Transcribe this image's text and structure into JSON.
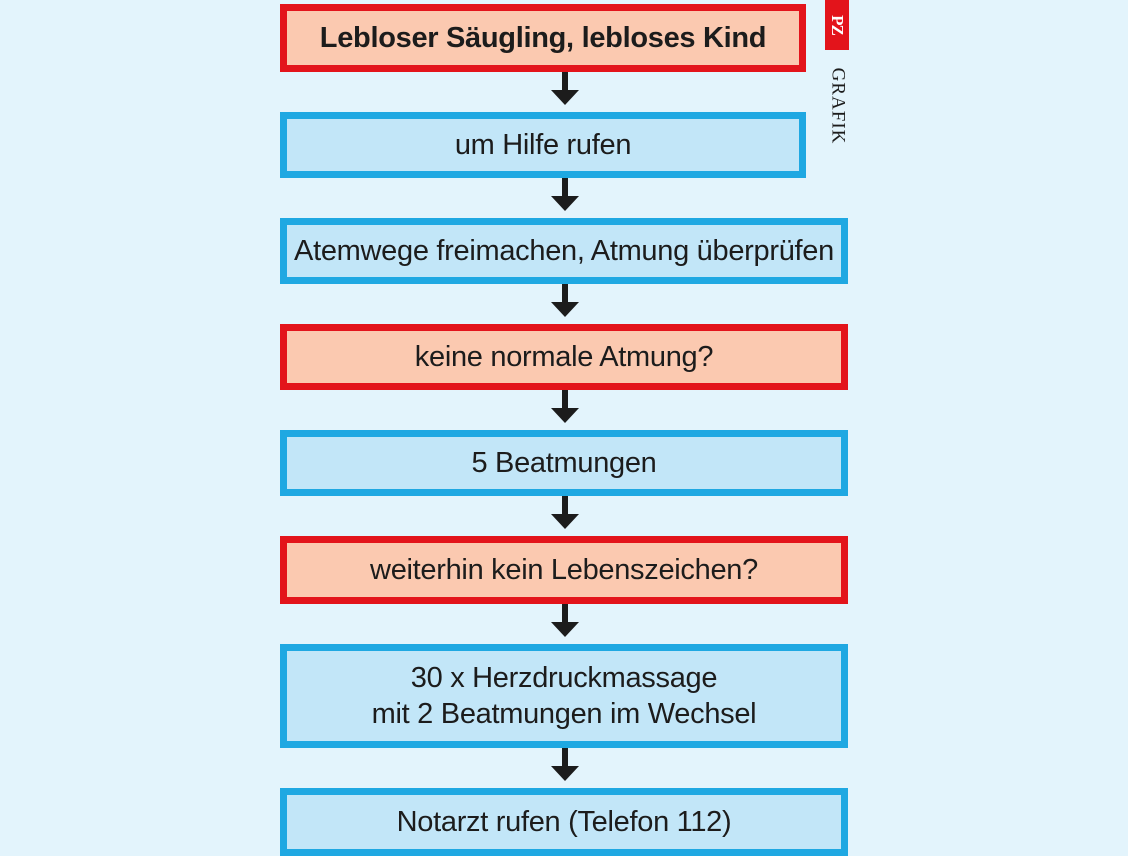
{
  "logo": {
    "mark": "PZ",
    "word": "GRAFIK"
  },
  "steps": [
    {
      "label": "Lebloser Säugling, lebloses Kind",
      "kind": "condition"
    },
    {
      "label": "um Hilfe rufen",
      "kind": "action"
    },
    {
      "label": "Atemwege freimachen, Atmung überprüfen",
      "kind": "action"
    },
    {
      "label": "keine normale Atmung?",
      "kind": "condition"
    },
    {
      "label": "5 Beatmungen",
      "kind": "action"
    },
    {
      "label": "weiterhin kein Lebenszeichen?",
      "kind": "condition"
    },
    {
      "label": "30 x Herzdruckmassage\nmit 2 Beatmungen im Wechsel",
      "kind": "action"
    },
    {
      "label": "Notarzt rufen (Telefon 112)",
      "kind": "action"
    }
  ],
  "colors": {
    "background": "#e3f4fc",
    "condition_fill": "#fbc9b0",
    "condition_border": "#e3141b",
    "action_fill": "#c2e6f8",
    "action_border": "#1fa8e2",
    "arrow": "#1c1c1c"
  }
}
